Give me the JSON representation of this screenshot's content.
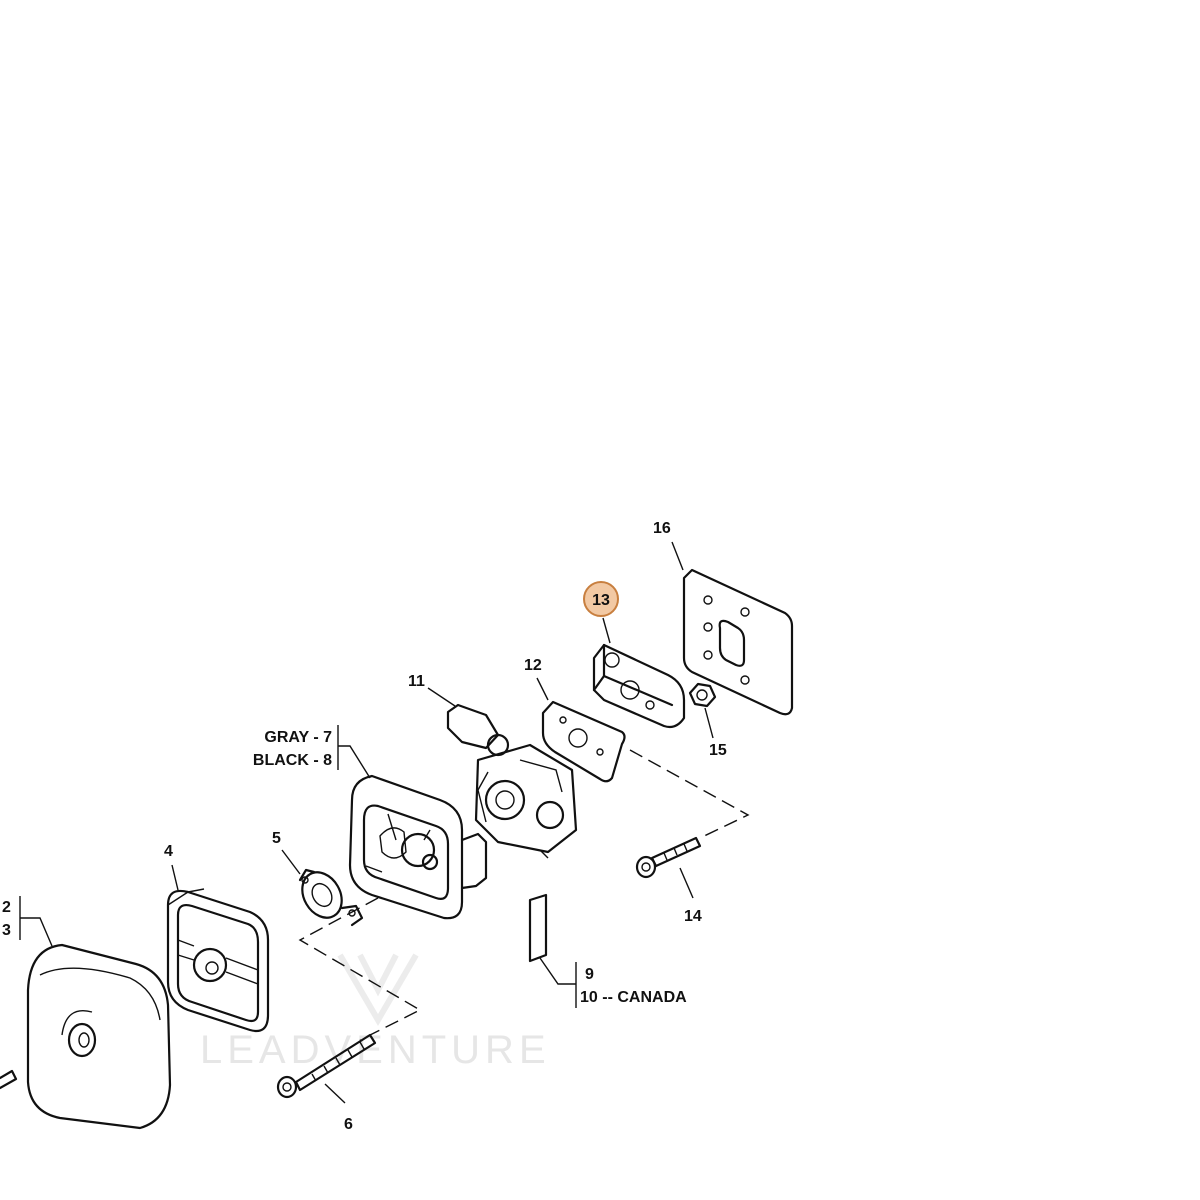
{
  "watermark": "LEADVENTURE",
  "highlight_color": "#f2c9a4",
  "highlight_border": "#c87f3f",
  "callouts": {
    "p2": "2",
    "p3": "3",
    "p4": "4",
    "p5": "5",
    "p6": "6",
    "gray7": "GRAY - 7",
    "black8": "BLACK - 8",
    "p9": "9",
    "p10": "10 -- CANADA",
    "p11": "11",
    "p12": "12",
    "p13": "13",
    "p14": "14",
    "p15": "15",
    "p16": "16"
  }
}
